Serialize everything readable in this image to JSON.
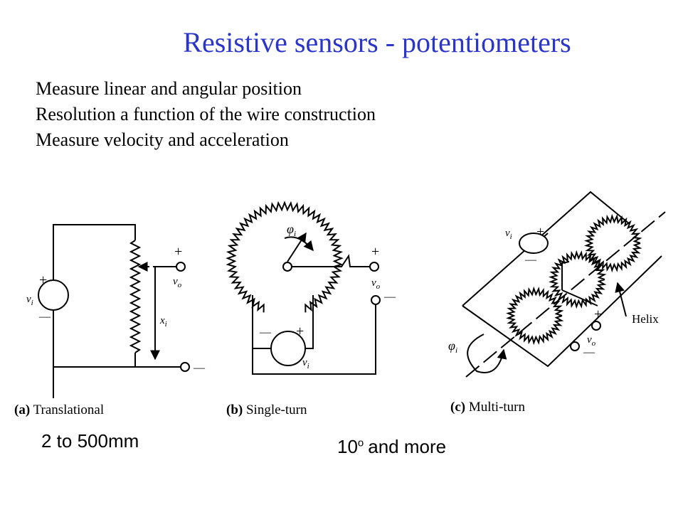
{
  "slide": {
    "title": "Resistive sensors - potentiometers",
    "bullets": [
      "Measure linear and angular position",
      "Resolution a function of the wire construction",
      "Measure velocity and acceleration"
    ]
  },
  "diagrams": {
    "translational": {
      "caption_prefix": "(a)",
      "caption_text": " Translational",
      "source_label": "v",
      "source_sub": "i",
      "output_label": "v",
      "output_sub": "o",
      "displacement_label": "x",
      "displacement_sub": "i",
      "plus": "+",
      "minus": "—",
      "note": "2 to 500mm"
    },
    "single_turn": {
      "caption_prefix": "(b)",
      "caption_text": " Single-turn",
      "angle_label": "φ",
      "angle_sub": "i",
      "source_label": "v",
      "source_sub": "i",
      "output_label": "v",
      "output_sub": "o",
      "plus": "+",
      "minus": "—",
      "note_number": "10",
      "note_sup": "o",
      "note_tail": "and more"
    },
    "multi_turn": {
      "caption_prefix": "(c)",
      "caption_text": " Multi-turn",
      "source_label": "v",
      "source_sub": "i",
      "angle_label": "φ",
      "angle_sub": "i",
      "output_label": "v",
      "output_sub": "o",
      "helix_label": "Helix",
      "plus": "+",
      "minus": "—"
    }
  }
}
